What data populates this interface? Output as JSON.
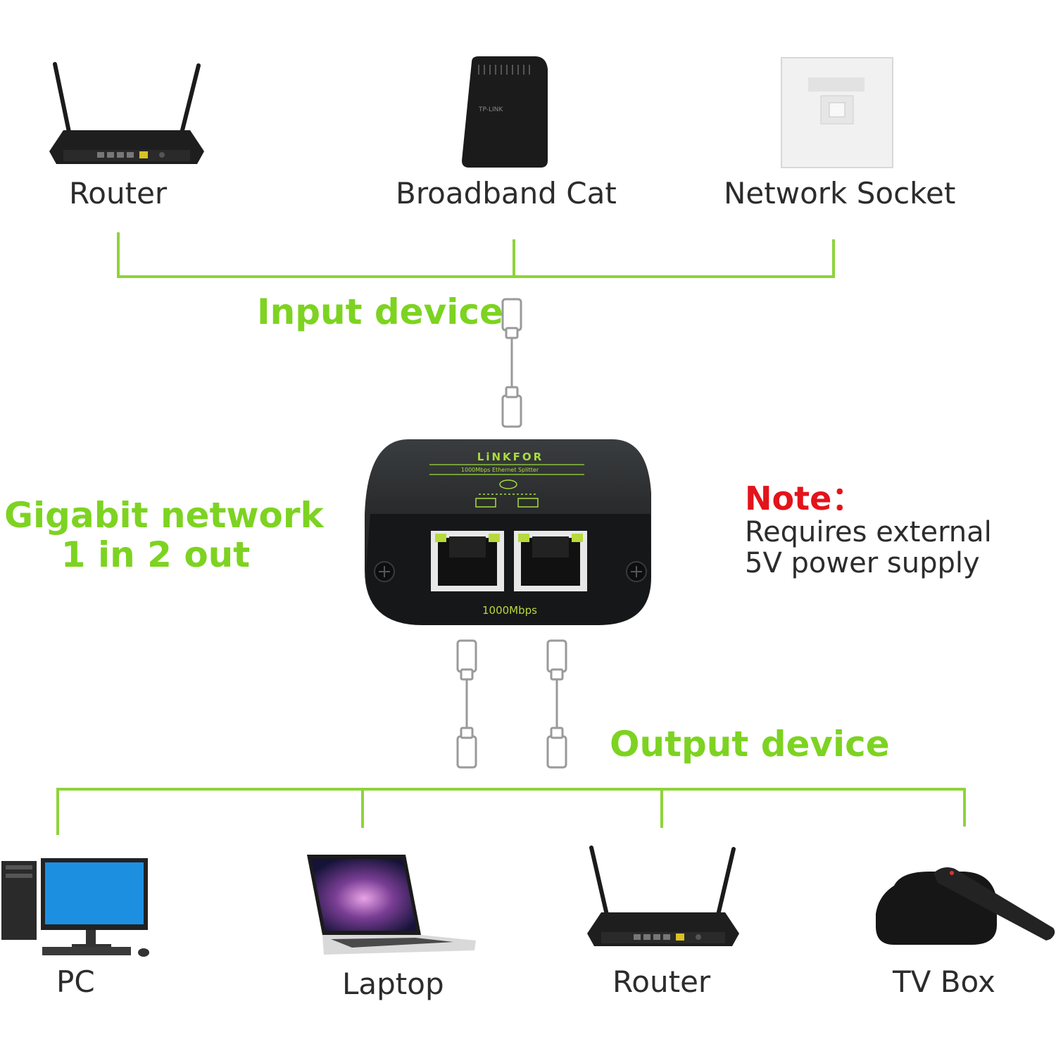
{
  "inputs": {
    "router_label": "Router",
    "broadband_label": "Broadband Cat",
    "socket_label": "Network Socket",
    "broadband_brand": "TP-LINK"
  },
  "input_heading": "Input device",
  "output_heading": "Output device",
  "feature": {
    "line1": "Gigabit network",
    "line2": "1 in 2 out"
  },
  "note": {
    "title": "Note：",
    "line1": "Requires external",
    "line2": "5V power supply"
  },
  "splitter": {
    "brand": "LiNKFOR",
    "subtitle": "1000Mbps Ethernet Splitter",
    "speed": "1000Mbps"
  },
  "outputs": {
    "pc_label": "PC",
    "laptop_label": "Laptop",
    "router_label": "Router",
    "tvbox_label": "TV Box"
  },
  "colors": {
    "accent_green": "#7dd321",
    "note_red": "#e3141b",
    "device_dark": "#1d1f20"
  }
}
